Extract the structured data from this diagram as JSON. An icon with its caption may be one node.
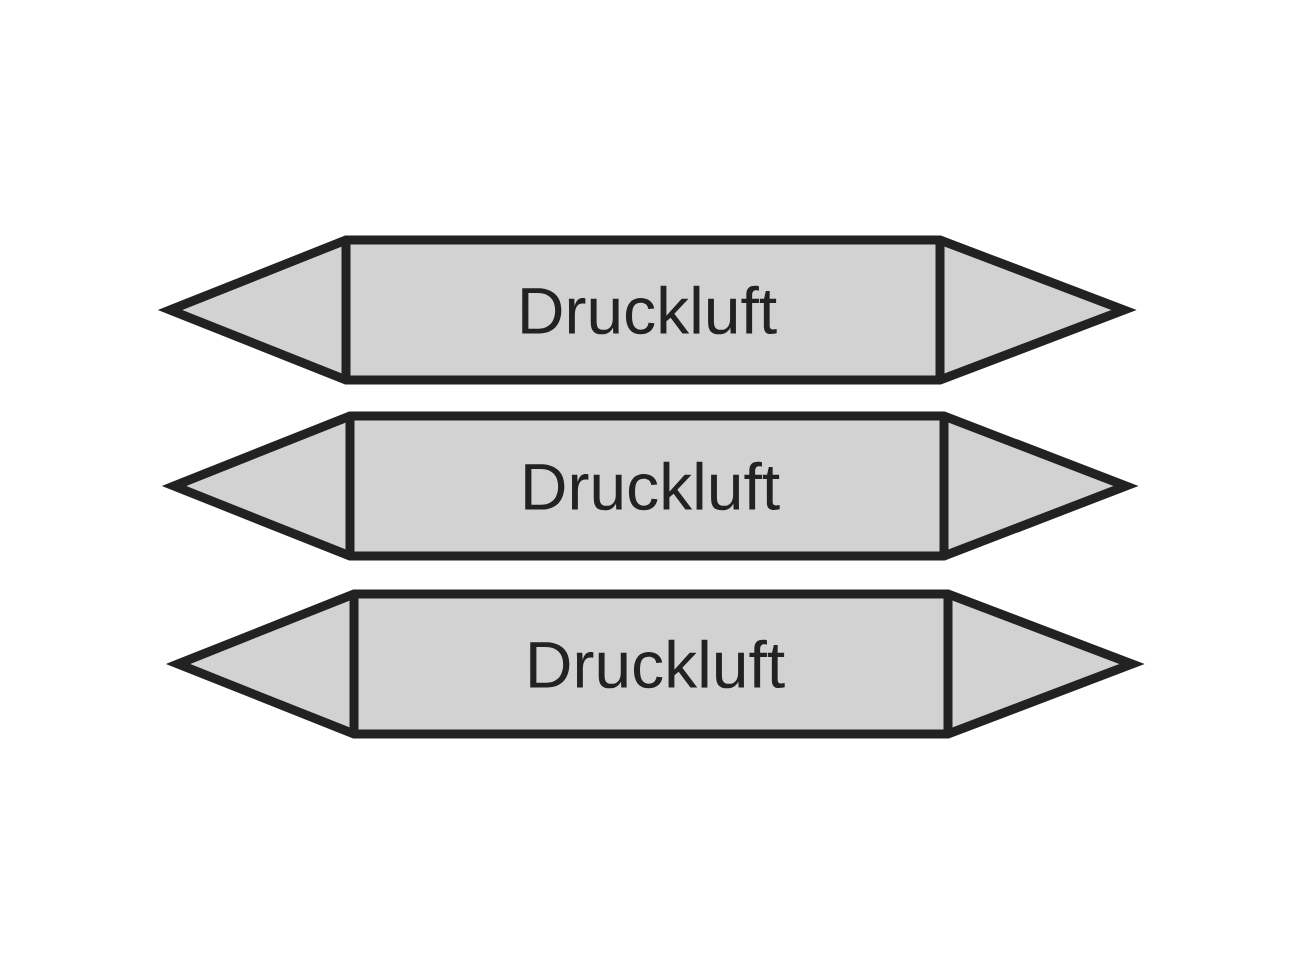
{
  "diagram": {
    "nodes": [
      {
        "text": [
          "Druckluft"
        ]
      },
      {
        "text": [
          "Druckluft"
        ]
      },
      {
        "text": [
          "Druckluft"
        ]
      }
    ]
  }
}
